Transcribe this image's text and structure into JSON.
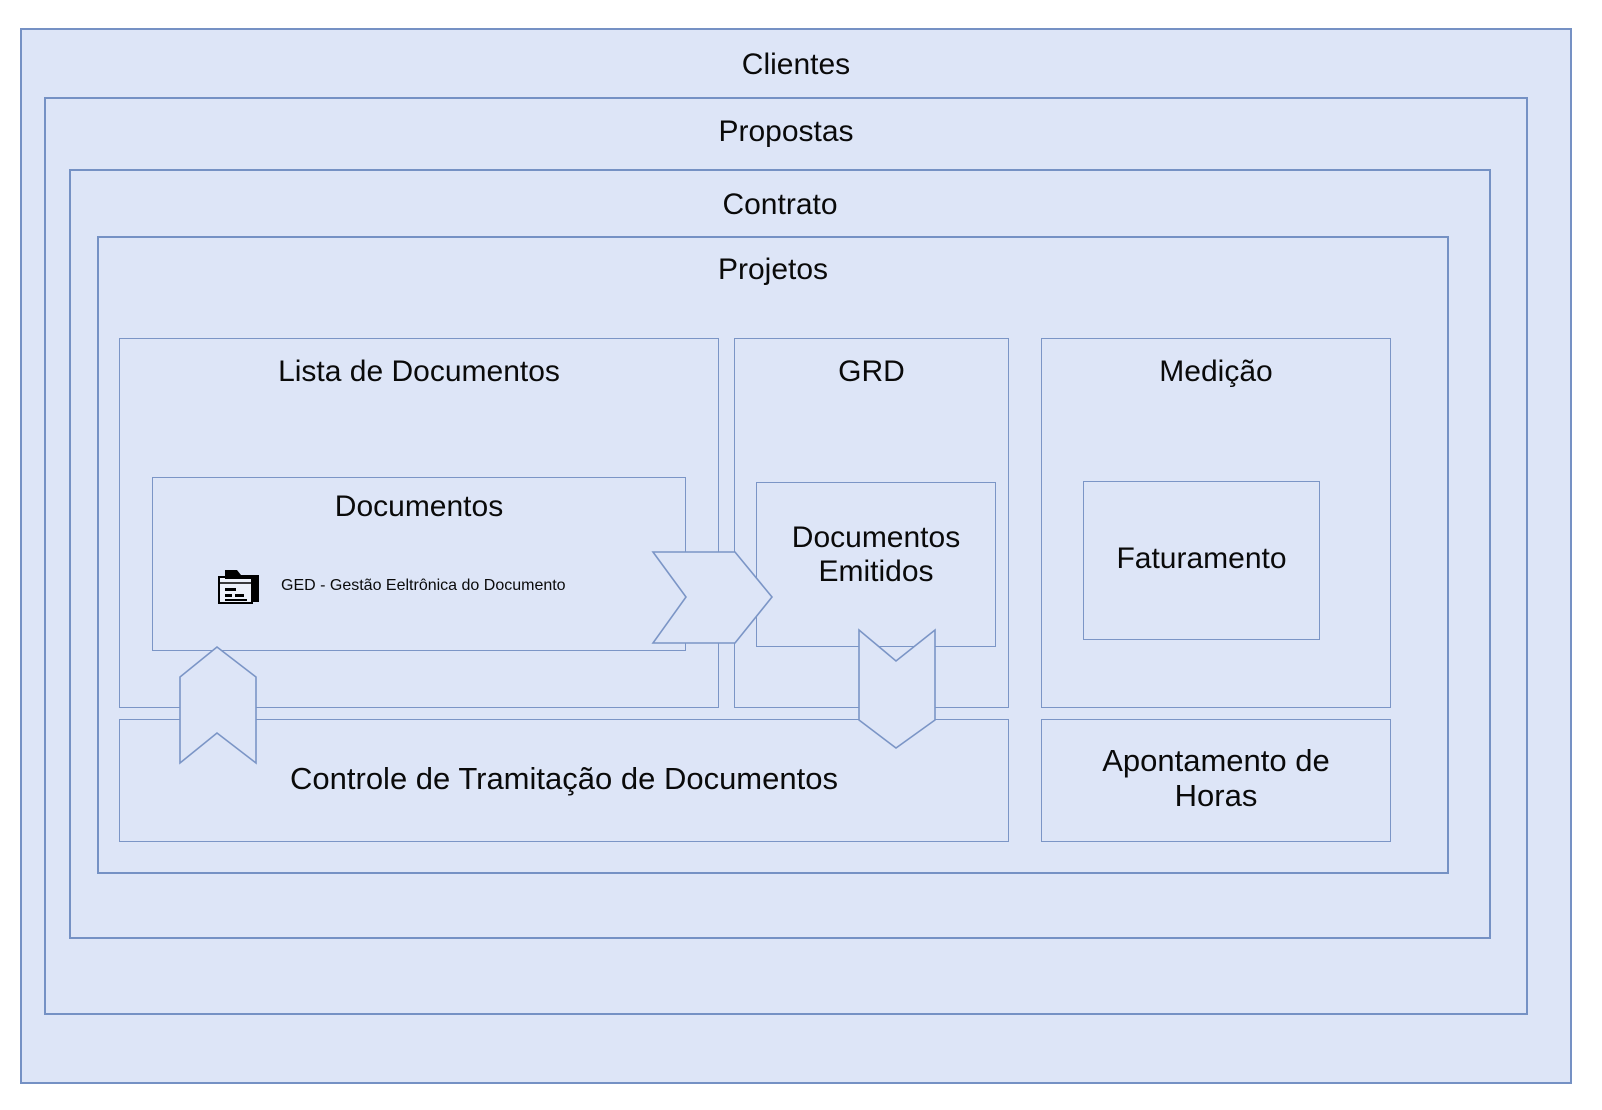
{
  "diagram": {
    "type": "nested-containers",
    "background_color": "#dde5f7",
    "border_color": "#7591c4",
    "text_color": "#0a0a0a",
    "levels": [
      {
        "label": "Clientes"
      },
      {
        "label": "Propostas"
      },
      {
        "label": "Contrato"
      },
      {
        "label": "Projetos"
      }
    ],
    "columns": [
      {
        "label": "Lista de Documentos"
      },
      {
        "label": "GRD"
      },
      {
        "label": "Medição"
      }
    ],
    "nodes": {
      "documentos": "Documentos",
      "ged_label": "GED - Gestão Eeltrônica do Documento",
      "ged_icon": "folder-document-icon",
      "documentos_emitidos": "Documentos\nEmitidos",
      "faturamento": "Faturamento",
      "controle_tramitacao": "Controle de Tramitação de Documentos",
      "apontamento_horas": "Apontamento de\nHoras"
    },
    "connectors": [
      {
        "name": "documentos-to-documentos-emitidos",
        "direction": "right",
        "shape": "chevron-arrow"
      },
      {
        "name": "lista-documentos-to-controle-tramitacao",
        "direction": "down",
        "shape": "chevron-arrow"
      },
      {
        "name": "documentos-emitidos-to-controle-tramitacao",
        "direction": "down",
        "shape": "chevron-arrow"
      }
    ]
  }
}
